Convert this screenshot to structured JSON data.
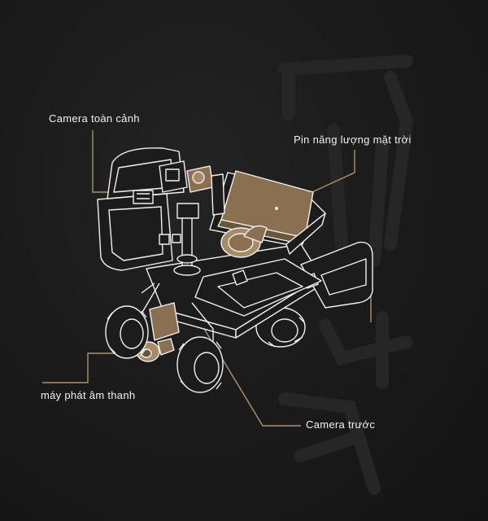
{
  "labels": {
    "panoramic_camera": "Camera toàn cảnh",
    "solar_battery": "Pin năng lượng mặt trời",
    "sound_generator": "máy phát âm thanh",
    "front_camera": "Camera trước"
  },
  "colors": {
    "background": "#181818",
    "leader_line": "#b0916a",
    "outline": "#f0f0f0",
    "body_fill": "#1c1c1c",
    "accent_fill": "#8a7050",
    "accent_light": "#a88a64"
  }
}
